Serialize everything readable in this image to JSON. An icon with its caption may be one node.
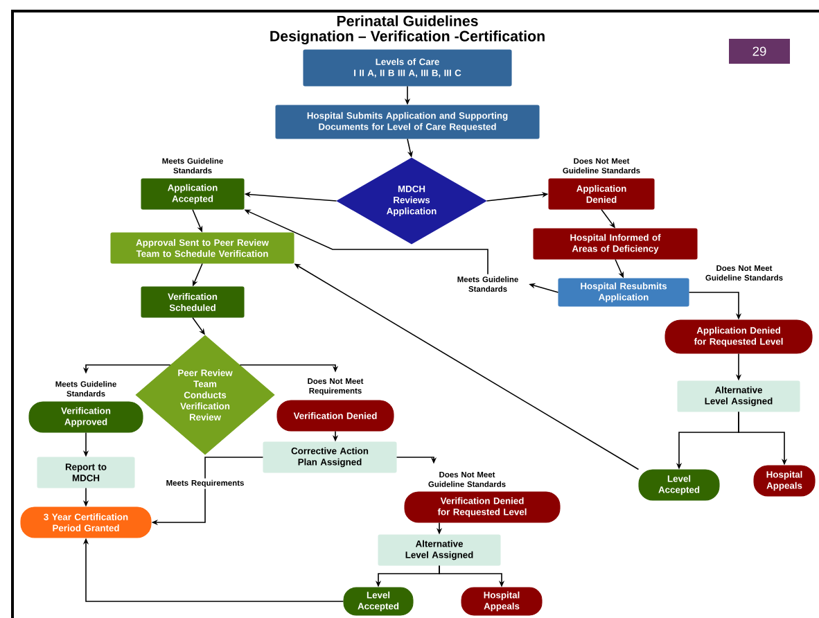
{
  "diagram": {
    "title": "Perinatal Guidelines",
    "nodes": [
      {
        "text": [
          "Levels of Care",
          "I II A, II B III A, III B, III C"
        ]
      },
      {
        "text": [
          "Hospital Submits Application and Supporting Documents for Level of Care Requested"
        ]
      },
      {
        "text": [
          "MDCH Reviews Application"
        ]
      },
      {
        "text": [
          "Application Accepted"
        ],
        "beside": [
          "Meets Guideline Standards"
        ]
      },
      {
        "text": [
          "Application Denied"
        ],
        "beside": [
          "Does Not Meet Guideline Standards"
        ]
      },
      {
        "text": [
          "Approval Sent to Peer Review Team to Schedule Verification"
        ]
      },
      {
        "text": [
          "Hospital Informed of Areas of Deficiency"
        ]
      },
      {
        "text": [
          "Verification Scheduled"
        ]
      },
      {
        "text": [
          "Hospital Resubmits Application"
        ]
      },
      {
        "text": [
          "Meets Guideline Standards"
        ]
      },
      {
        "text": [
          "Application Denied for Requested Level"
        ]
      },
      {
        "text": [
          "Alternative Level Assigned"
        ]
      },
      {
        "text": [
          "Level Accepted"
        ]
      },
      {
        "text": [
          "Hospital Appeals"
        ]
      },
      {
        "text": [
          "Peer Review Team Conducts Verification Review"
        ]
      },
      {
        "text": [
          "Verification Approved"
        ],
        "beside": [
          "Meets Guideline Standards"
        ]
      },
      {
        "text": [
          "Verification Denied"
        ],
        "beside": [
          "Does Not Meet Requirements"
        ]
      },
      {
        "text": [
          "Report to MDCH"
        ]
      },
      {
        "text": [
          "Corrective Action Plan Assigned"
        ]
      },
      {
        "text": [
          "3 Year Certification Period Granted"
        ]
      },
      {
        "text": [
          "Verification Denied for Requested Level"
        ]
      },
      {
        "text": [
          "Alternative Level Assigned"
        ]
      },
      {
        "text": [
          "Level Accepted"
        ]
      },
      {
        "text": [
          "Hospital Appeals"
        ]
      }
    ],
    "edges": [
      {
        "from": 0,
        "to": 1,
        "arrow": "to"
      },
      {
        "from": 1,
        "to": 2,
        "arrow": "to"
      },
      {
        "from": 2,
        "to": 3,
        "arrow": "to"
      },
      {
        "from": 2,
        "to": 4,
        "arrow": "to"
      },
      {
        "from": 3,
        "to": 5,
        "arrow": "to"
      },
      {
        "from": 4,
        "to": 6,
        "arrow": "to"
      },
      {
        "from": 6,
        "to": 8,
        "arrow": "to"
      },
      {
        "from": 8,
        "to": 9,
        "arrow": "to"
      },
      {
        "from": 9,
        "to": 3,
        "arrow": "to"
      },
      {
        "from": 8,
        "to": 10,
        "arrow": "to",
        "label": "Does Not Meet Guideline Standards"
      },
      {
        "from": 10,
        "to": 11,
        "arrow": "to"
      },
      {
        "from": 11,
        "to": 12,
        "arrow": "to"
      },
      {
        "from": 11,
        "to": 13,
        "arrow": "to"
      },
      {
        "from": 12,
        "to": 5,
        "arrow": "to"
      },
      {
        "from": 5,
        "to": 7,
        "arrow": "to"
      },
      {
        "from": 7,
        "to": 14,
        "arrow": "to"
      },
      {
        "from": 14,
        "to": 15,
        "arrow": "to"
      },
      {
        "from": 14,
        "to": 16,
        "arrow": "to"
      },
      {
        "from": 15,
        "to": 17,
        "arrow": "to"
      },
      {
        "from": 16,
        "to": 18,
        "arrow": "to"
      },
      {
        "from": 17,
        "to": 19,
        "arrow": "to"
      },
      {
        "from": 18,
        "to": 19,
        "arrow": "to",
        "label": "Meets Requirements"
      },
      {
        "from": 18,
        "to": 20,
        "arrow": "to",
        "label": "Does Not Meet Guideline Standards"
      },
      {
        "from": 20,
        "to": 21,
        "arrow": "to"
      },
      {
        "from": 21,
        "to": 22,
        "arrow": "to"
      },
      {
        "from": 21,
        "to": 23,
        "arrow": "to"
      },
      {
        "from": 22,
        "to": 19,
        "arrow": "to"
      }
    ],
    "labels": [
      "Designation – Verification -Certification",
      "29"
    ]
  }
}
